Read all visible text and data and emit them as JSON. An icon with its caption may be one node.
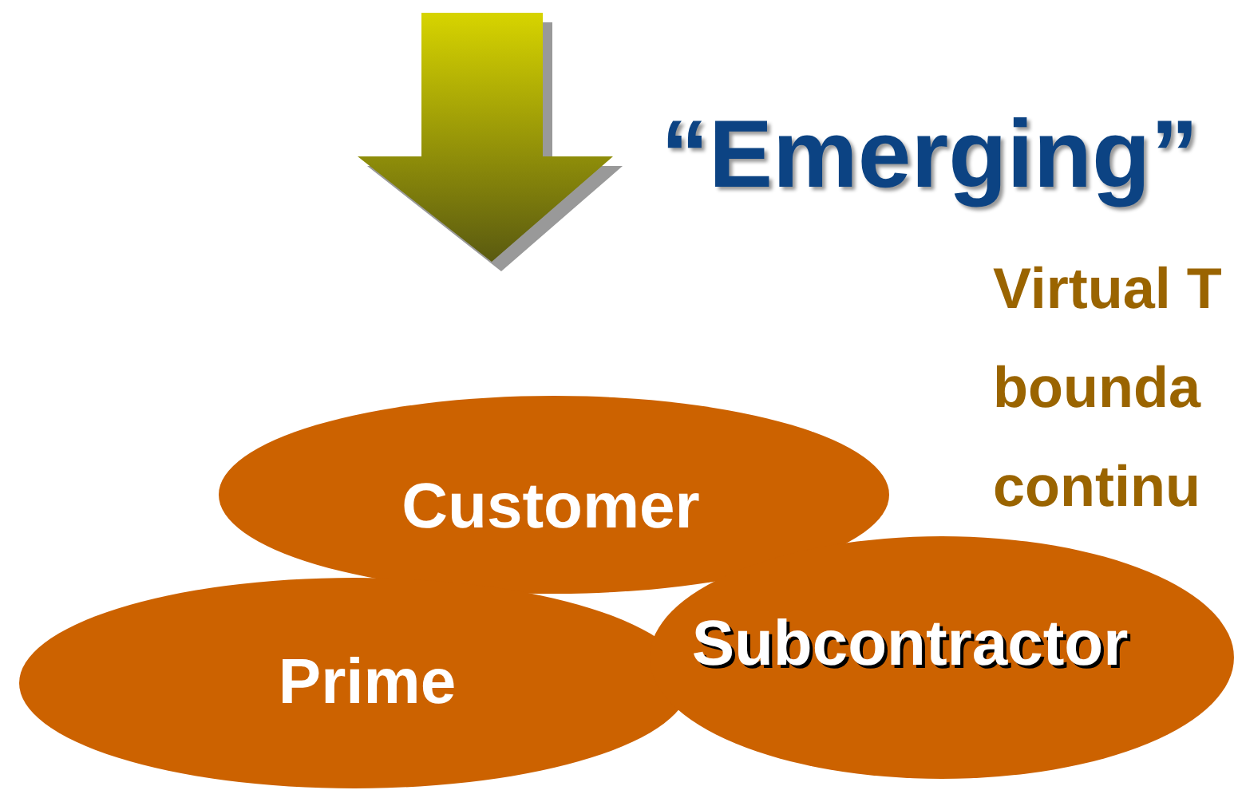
{
  "diagram": {
    "title": "“Emerging”",
    "nodes": [
      {
        "text": [
          "Customer"
        ]
      },
      {
        "text": [
          "Prime"
        ]
      },
      {
        "text": [
          "Subcontractor"
        ]
      }
    ],
    "edges": [],
    "labels": [
      "Virtual T bounda continu"
    ]
  }
}
